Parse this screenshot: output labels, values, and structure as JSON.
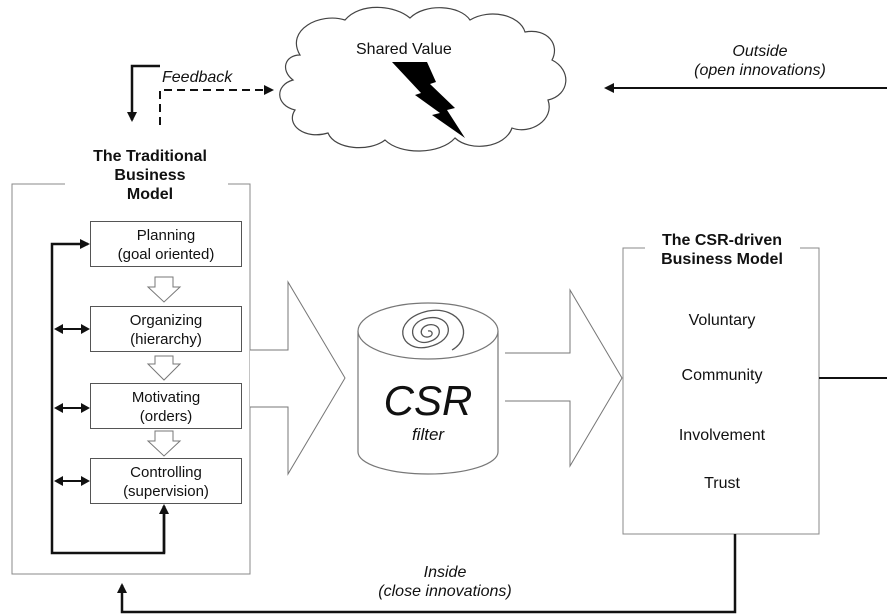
{
  "cloud": {
    "label": "Shared Value",
    "icon": "lightning-bolt-icon"
  },
  "feedback_label": "Feedback",
  "outside": {
    "line1": "Outside",
    "line2": "(open innovations)"
  },
  "inside": {
    "line1": "Inside",
    "line2": "(close innovations)"
  },
  "traditional": {
    "title_lines": [
      "The Traditional",
      "Business",
      "Model"
    ],
    "steps": [
      {
        "line1": "Planning",
        "line2": "(goal oriented)"
      },
      {
        "line1": "Organizing",
        "line2": "(hierarchy)"
      },
      {
        "line1": "Motivating",
        "line2": "(orders)"
      },
      {
        "line1": "Controlling",
        "line2": "(supervision)"
      }
    ]
  },
  "filter": {
    "title": "CSR",
    "subtitle": "filter",
    "icon": "spiral-icon"
  },
  "csr_model": {
    "title_lines": [
      "The CSR-driven",
      "Business Model"
    ],
    "items": [
      "Voluntary",
      "Community",
      "Involvement",
      "Trust"
    ]
  }
}
